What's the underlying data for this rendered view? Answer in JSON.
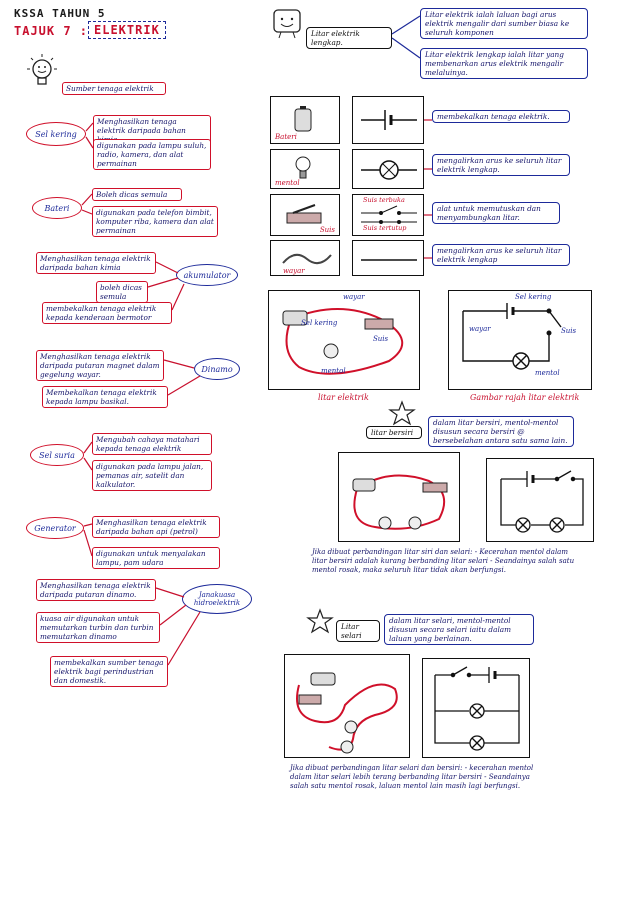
{
  "header": {
    "title1": "KSSA TAHUN 5",
    "title2": "TAJUK 7 :",
    "title3": "ELEKTRIK"
  },
  "left": {
    "sumber_title": "Sumber tenaga elektrik",
    "sel_kering": {
      "label": "Sel kering",
      "desc1": "Menghasilkan tenaga elektrik daripada bahan kimia",
      "desc2": "digunakan pada lampu suluh, radio, kamera, dan alat permainan"
    },
    "bateri": {
      "label": "Bateri",
      "desc1": "Boleh dicas semula",
      "desc2": "digunakan pada telefon bimbit, komputer riba, kamera dan alat permainan"
    },
    "akumulator": {
      "label": "akumulator",
      "desc1": "Menghasilkan tenaga elektrik daripada bahan kimia",
      "desc2": "boleh dicas semula",
      "desc3": "membekalkan tenaga elektrik kepada kenderaan bermotor"
    },
    "dinamo": {
      "label": "Dinamo",
      "desc1": "Menghasilkan tenaga elektrik daripada putaran magnet dalam gegelung wayar.",
      "desc2": "Membekalkan tenaga elektrik kepada lampu basikal."
    },
    "sel_suria": {
      "label": "Sel suria",
      "desc1": "Mengubah cahaya matahari kepada tenaga elektrik",
      "desc2": "digunakan pada lampu jalan, pemanas air, satelit dan kalkulator."
    },
    "generator": {
      "label": "Generator",
      "desc1": "Menghasilkan tenaga elektrik daripada bahan api (petrol)",
      "desc2": "digunakan untuk menyalakan lampu, pam udara"
    },
    "hidro": {
      "label": "Janakuasa hidroelektrik",
      "desc1": "Menghasilkan tenaga elektrik daripada putaran dinamo.",
      "desc2": "kuasa air digunakan untuk memutarkan turbin dan turbin memutarkan dinamo",
      "desc3": "membekalkan sumber tenaga elektrik bagi perindustrian dan domestik."
    }
  },
  "right": {
    "litar_lengkap": "Litar elektrik lengkap.",
    "note1": "Litar elektrik ialah laluan bagi arus elektrik mengalir dari sumber biasa ke seluruh komponen",
    "note2": "Litar elektrik lengkap ialah litar yang membenarkan arus elektrik mengalir melaluinya.",
    "components": [
      {
        "name": "Bateri",
        "desc": "membekalkan tenaga elektrik."
      },
      {
        "name": "mentol",
        "desc": "mengalirkan arus ke seluruh litar elektrik lengkap."
      },
      {
        "name": "Suis",
        "symbol1": "Suis terbuka",
        "symbol2": "Suis tertutup",
        "desc": "alat untuk memutuskan dan menyambungkan litar."
      },
      {
        "name": "wayar",
        "desc": "mengalirkan arus ke seluruh litar elektrik lengkap"
      }
    ],
    "circuit_labels": {
      "wayar": "wayar",
      "sel_kering": "Sel kering",
      "suis": "Suis",
      "mentol": "mentol"
    },
    "caption_photo": "litar elektrik",
    "caption_diagram": "Gambar rajah litar elektrik",
    "bersiri": {
      "label": "litar bersiri",
      "desc": "dalam litar bersiri, mentol-mentol disusun secara bersiri @ bersebelahan antara satu sama lain."
    },
    "note3": "Jika dibuat perbandingan litar siri dan selari: - Kecerahan mentol dalam litar bersiri adalah kurang berbanding litar selari - Seandainya salah satu mentol rosak, maka seluruh litar tidak akan berfungsi.",
    "selari": {
      "label": "Litar selari",
      "desc": "dalam litar selari, mentol-mentol disusun secara selari iaitu dalam laluan yang berlainan."
    },
    "note4": "Jika dibuat perbandingan litar selari dan bersiri: - kecerahan mentol dalam litar selari lebih terang berbanding litar bersiri - Seandainya salah satu mentol rosak, laluan mentol lain masih lagi berfungsi."
  }
}
